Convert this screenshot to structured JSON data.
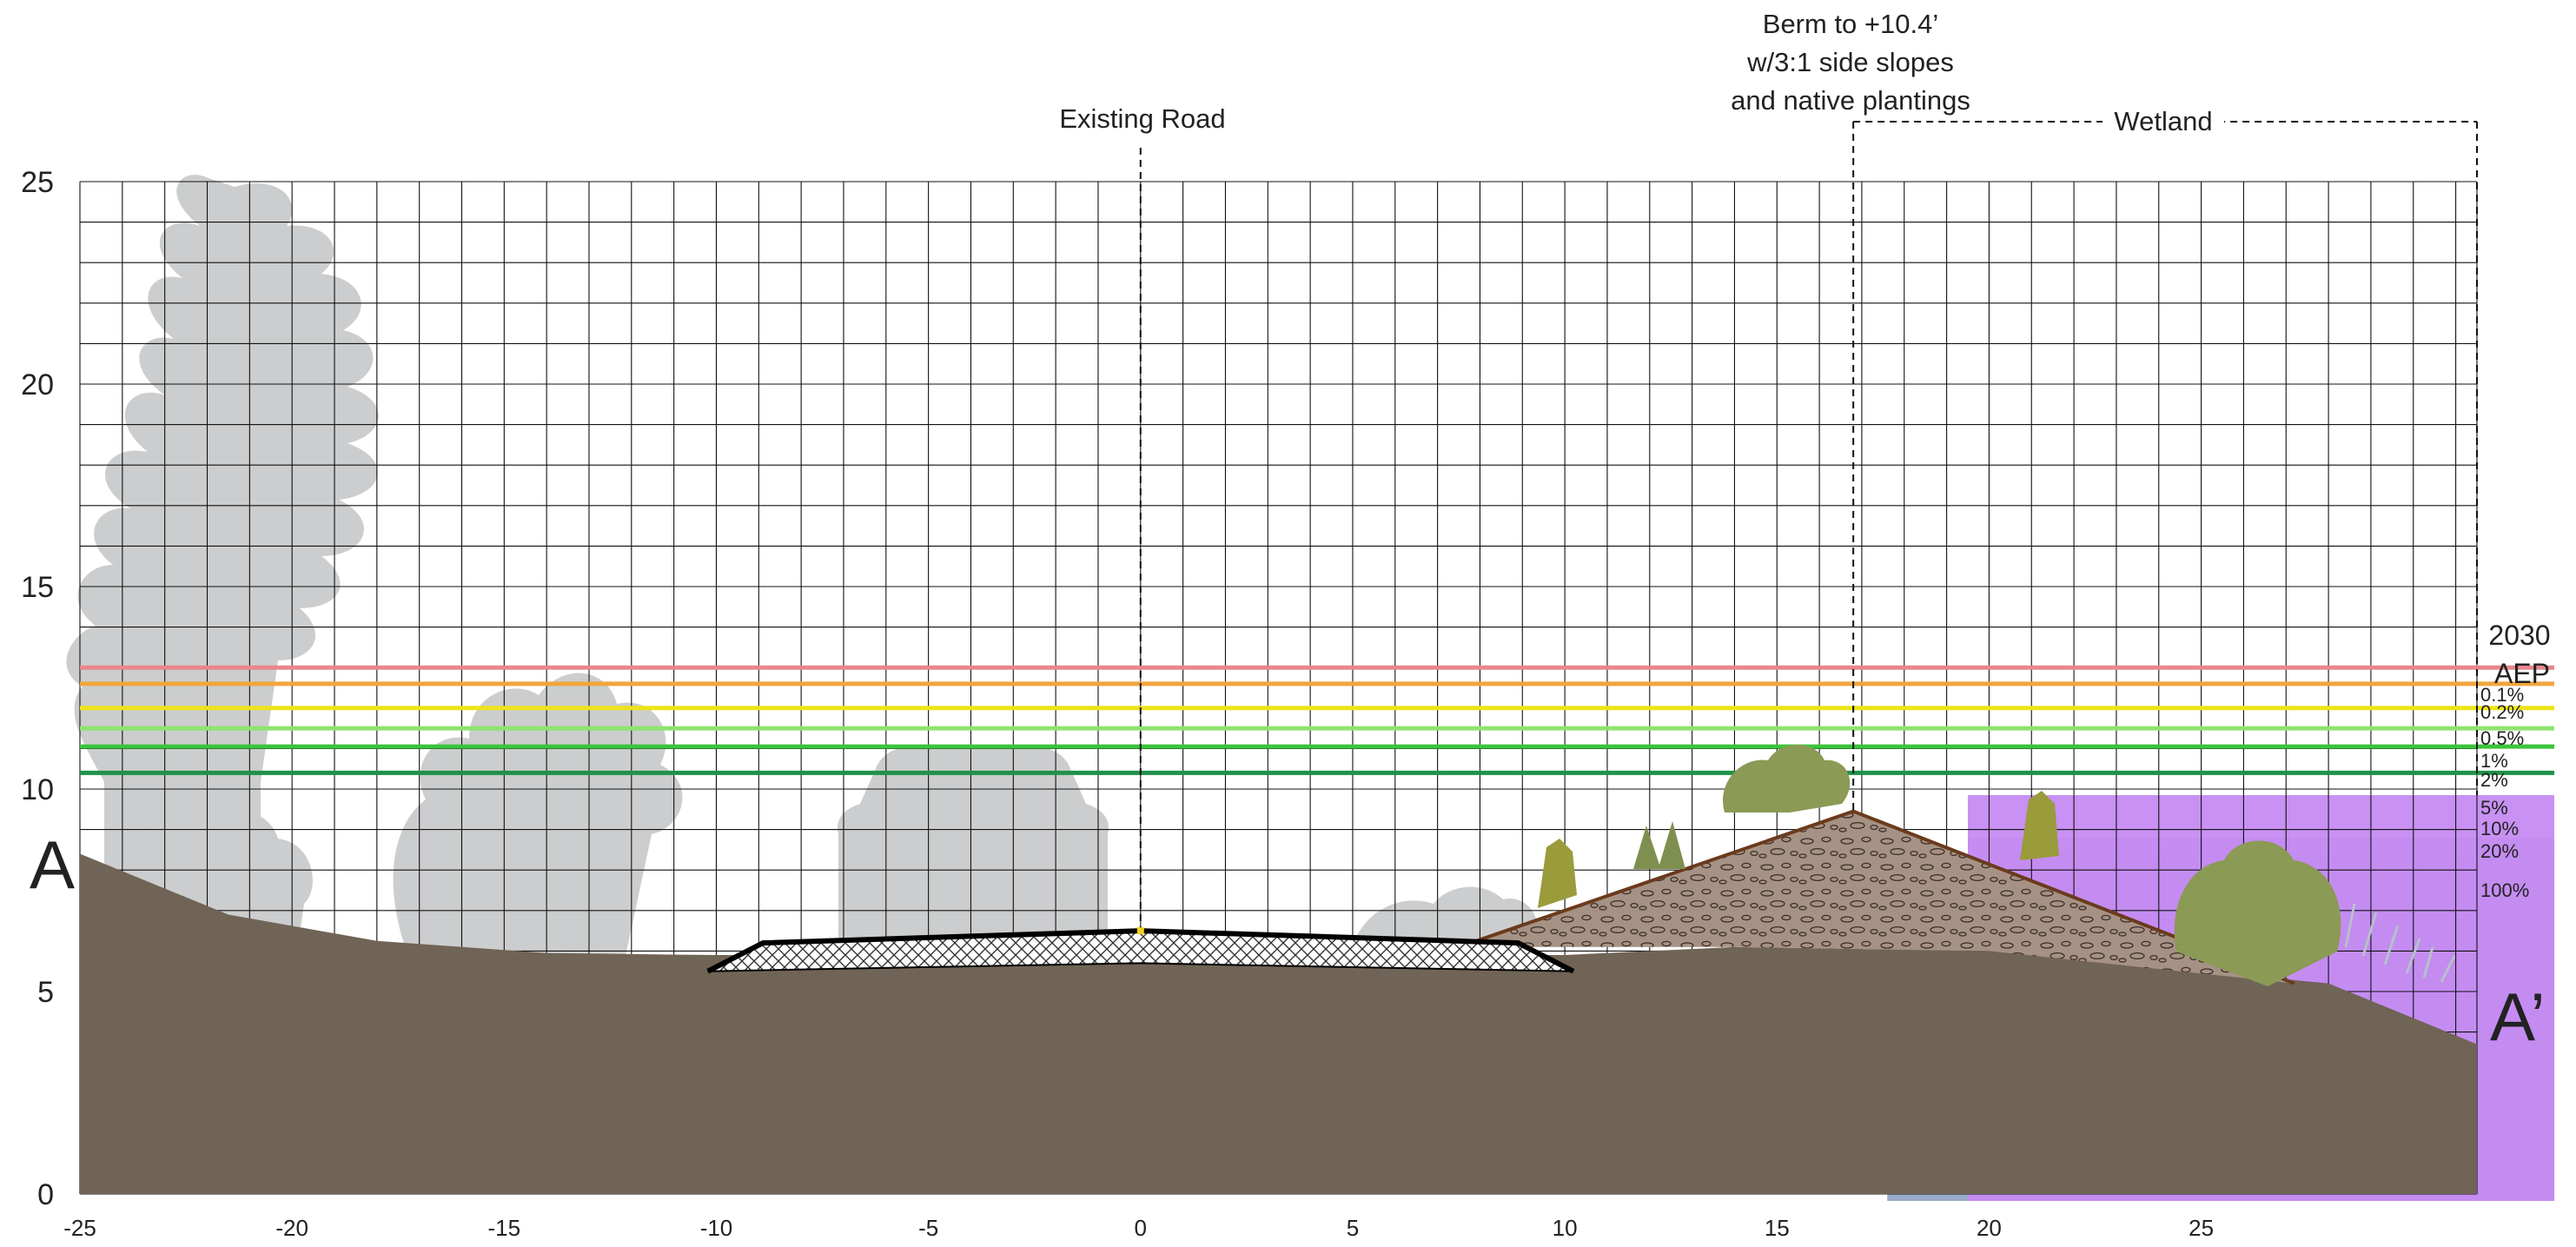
{
  "annotations": {
    "existing_road": "Existing Road",
    "berm_line1": "Berm to +10.4’",
    "berm_line2": "w/3:1 side slopes",
    "berm_line3": "and native plantings",
    "wetland": "Wetland",
    "section_start": "A",
    "section_end": "A’",
    "aep_year": "2030",
    "aep_label": "AEP"
  },
  "chart_data": {
    "type": "cross-section",
    "xlim": [
      -25,
      31.5
    ],
    "ylim": [
      0,
      25
    ],
    "x_ticks": [
      -25,
      -20,
      -15,
      -10,
      -5,
      0,
      5,
      10,
      15,
      20,
      25
    ],
    "y_ticks": [
      0,
      5,
      10,
      15,
      20,
      25
    ],
    "grid": true,
    "grid_minor_x": 1,
    "grid_minor_y": 1,
    "aep_levels": [
      {
        "label": "0.1%",
        "elevation": 13.0,
        "color": "#e8878a"
      },
      {
        "label": "0.2%",
        "elevation": 12.6,
        "color": "#f2a53c"
      },
      {
        "label": "0.5%",
        "elevation": 12.0,
        "color": "#ece419"
      },
      {
        "label": "1%",
        "elevation": 11.5,
        "color": "#8fe36f"
      },
      {
        "label": "2%",
        "elevation": 11.05,
        "color": "#3cc53a"
      },
      {
        "label": "5%",
        "elevation": 10.4,
        "color": "#21914a"
      }
    ],
    "aep_fill_levels": [
      {
        "label": "10%",
        "elevation": 9.85,
        "color": "#c58bf2"
      },
      {
        "label": "20%",
        "elevation": 8.8,
        "color": "#b792d6"
      },
      {
        "label": "100%",
        "elevation": 8.4,
        "color": "#93a7c6"
      }
    ],
    "ground_profile": [
      {
        "x": -25,
        "y": 8.4
      },
      {
        "x": -21.5,
        "y": 6.9
      },
      {
        "x": -18,
        "y": 6.25
      },
      {
        "x": -14,
        "y": 5.95
      },
      {
        "x": -10,
        "y": 5.9
      },
      {
        "x": 0,
        "y": 5.9
      },
      {
        "x": 10,
        "y": 5.9
      },
      {
        "x": 14,
        "y": 6.1
      },
      {
        "x": 20,
        "y": 6.0
      },
      {
        "x": 25,
        "y": 5.5
      },
      {
        "x": 28,
        "y": 5.2
      },
      {
        "x": 31.5,
        "y": 3.7
      }
    ],
    "road": {
      "top": [
        {
          "x": -8.9,
          "y": 6.2
        },
        {
          "x": 0,
          "y": 6.5
        },
        {
          "x": 8.9,
          "y": 6.2
        }
      ],
      "edge": [
        {
          "x": -10.2,
          "y": 5.5
        },
        {
          "x": 10.2,
          "y": 5.5
        }
      ],
      "base": 5.7
    },
    "berm": {
      "peak": {
        "x": 16.8,
        "y": 9.45
      },
      "left_toe": {
        "x": 7.5,
        "y": 6.1
      },
      "right_toe": {
        "x": 27.2,
        "y": 5.2
      }
    },
    "markers": {
      "existing_road_x": 0,
      "berm_top_x": 16.8,
      "wetland_from_x": 16.8,
      "wetland_to_x": 31.5
    }
  },
  "colors": {
    "ground": "#706456",
    "berm_fill": "#a69285",
    "berm_edge": "#6b3a1c",
    "grid": "#111111",
    "silhouette": "#cccdce",
    "vegetation": "#8b9a55",
    "water": "#93a7c6"
  }
}
